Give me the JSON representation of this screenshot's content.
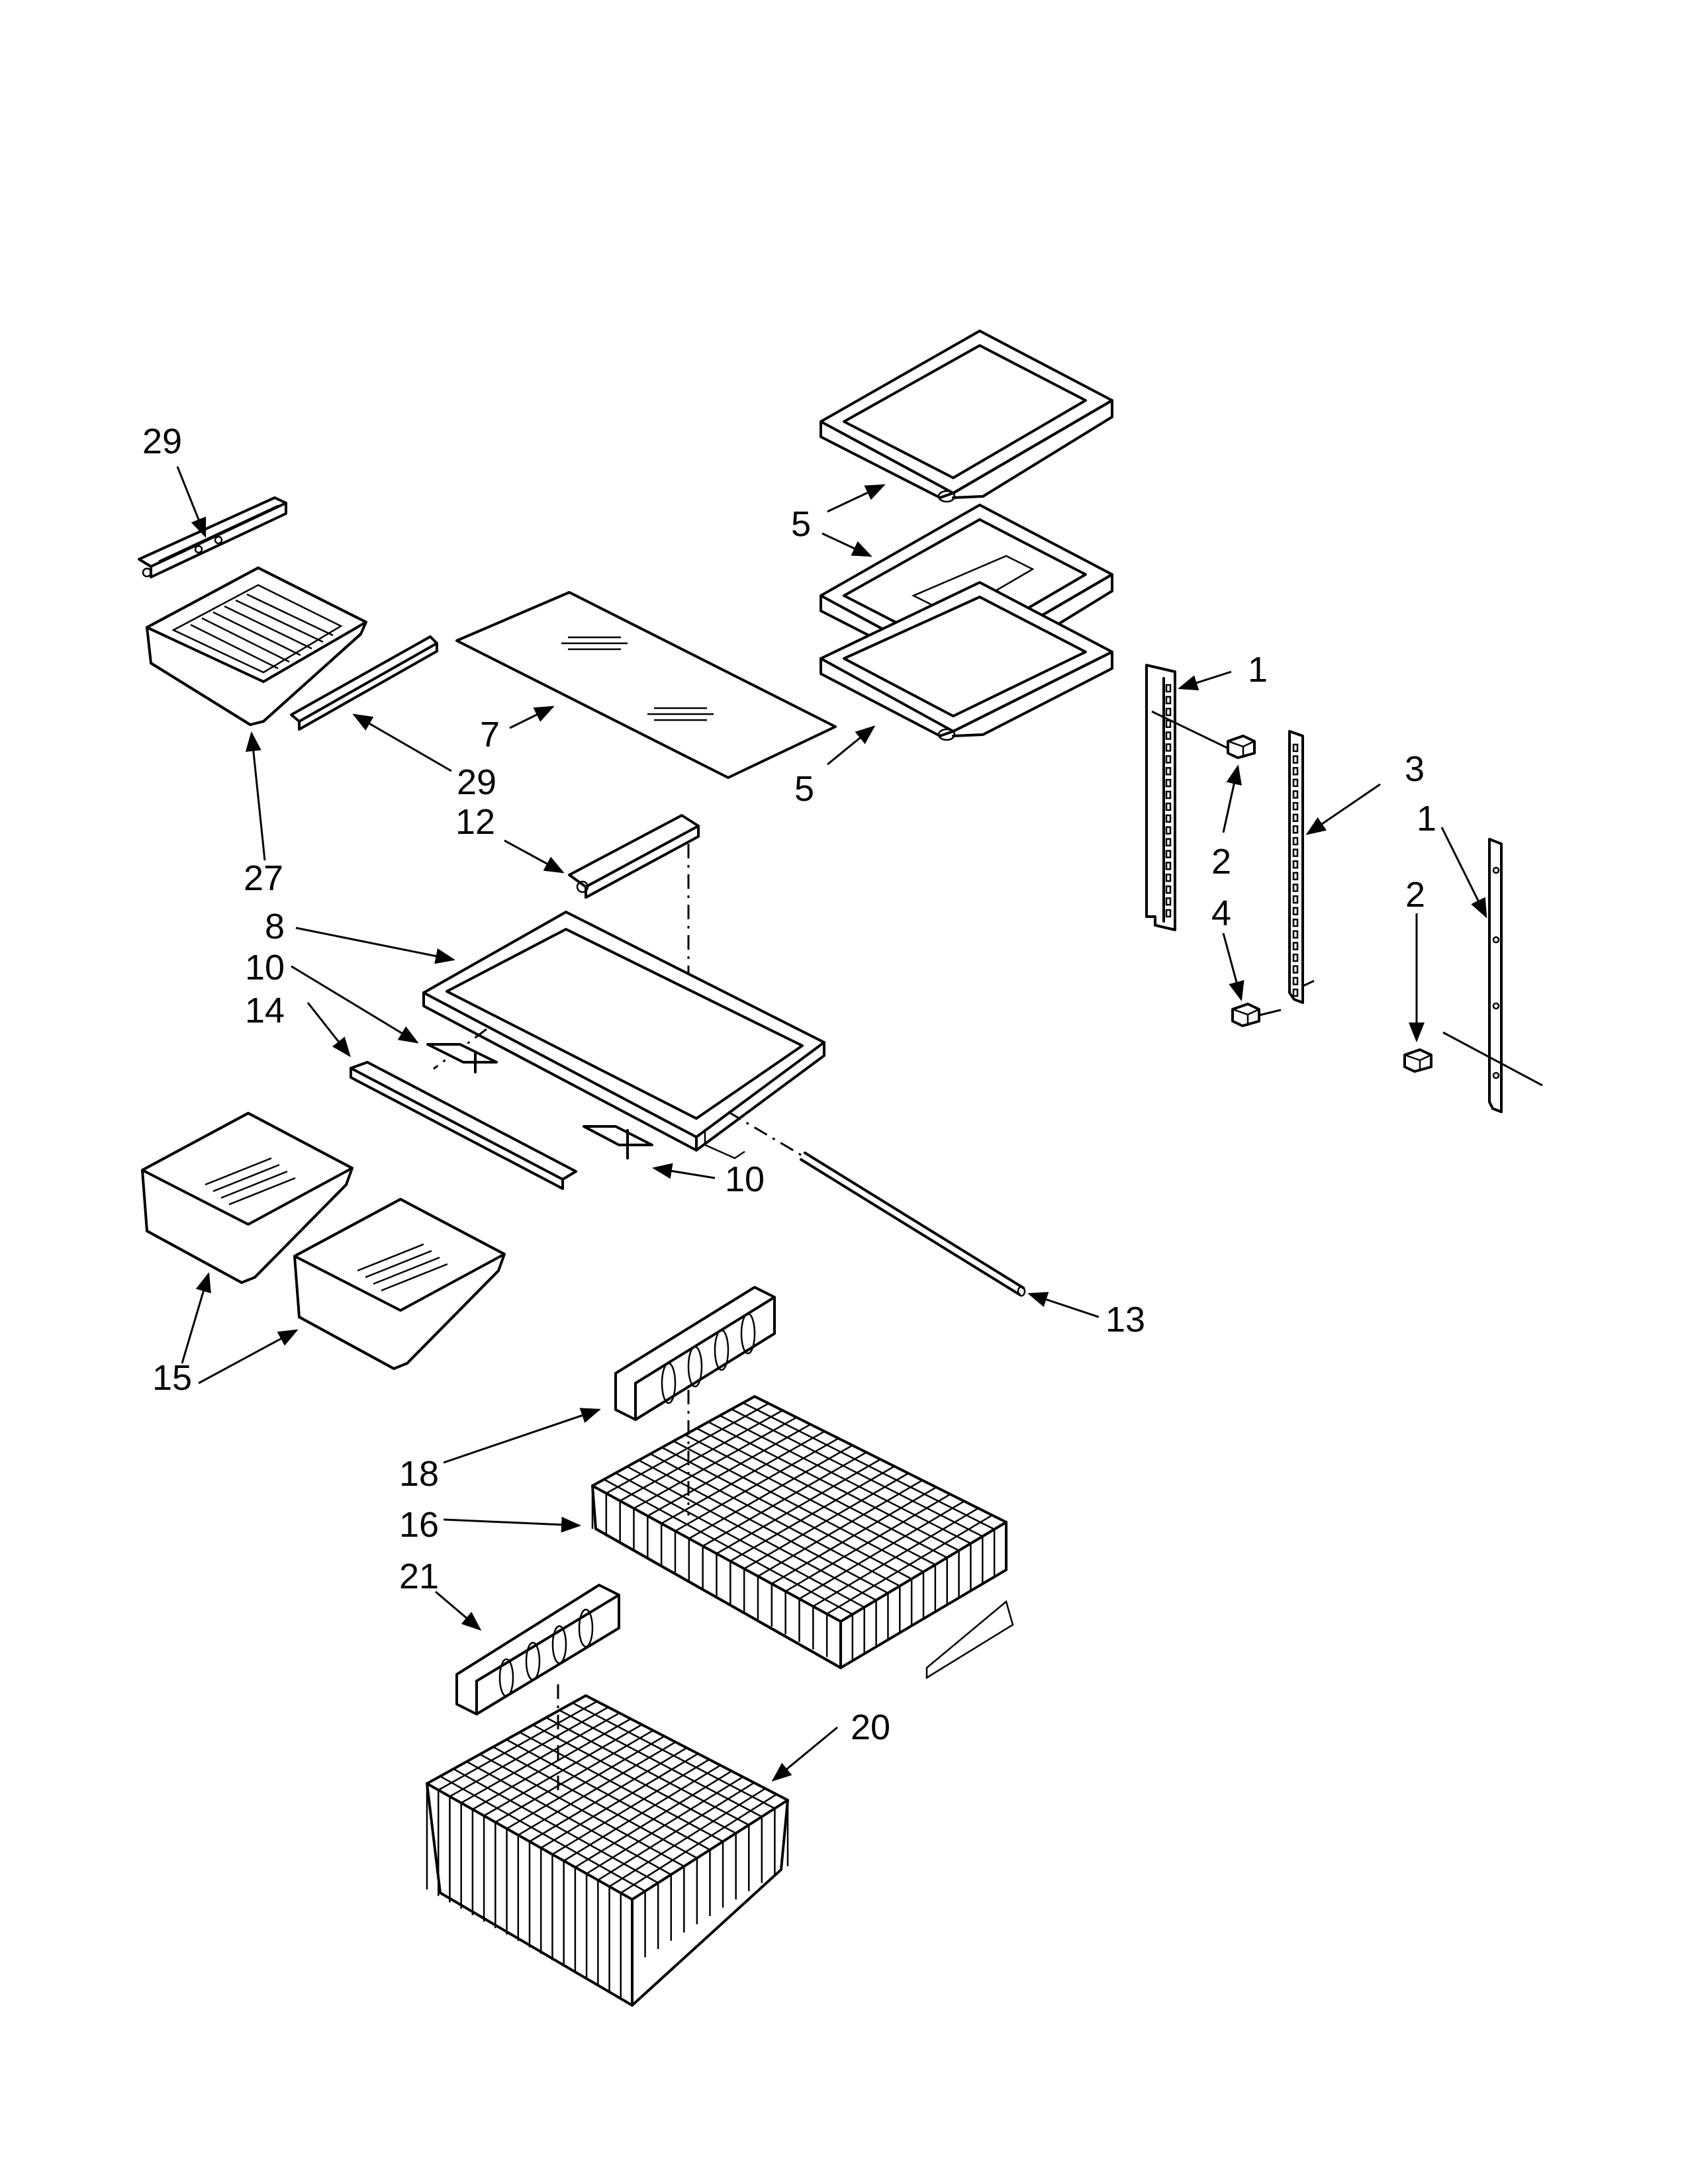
{
  "callouts": [
    {
      "id": "c29a",
      "text": "29"
    },
    {
      "id": "c29b",
      "text": "29"
    },
    {
      "id": "c27",
      "text": "27"
    },
    {
      "id": "c7",
      "text": "7"
    },
    {
      "id": "c12",
      "text": "12"
    },
    {
      "id": "c8",
      "text": "8"
    },
    {
      "id": "c10a",
      "text": "10"
    },
    {
      "id": "c14",
      "text": "14"
    },
    {
      "id": "c10b",
      "text": "10"
    },
    {
      "id": "c13",
      "text": "13"
    },
    {
      "id": "c15",
      "text": "15"
    },
    {
      "id": "c18",
      "text": "18"
    },
    {
      "id": "c16",
      "text": "16"
    },
    {
      "id": "c21",
      "text": "21"
    },
    {
      "id": "c20",
      "text": "20"
    },
    {
      "id": "c5a",
      "text": "5"
    },
    {
      "id": "c5b",
      "text": "5"
    },
    {
      "id": "c1a",
      "text": "1"
    },
    {
      "id": "c2a",
      "text": "2"
    },
    {
      "id": "c4",
      "text": "4"
    },
    {
      "id": "c3",
      "text": "3"
    },
    {
      "id": "c1b",
      "text": "1"
    },
    {
      "id": "c2b",
      "text": "2"
    }
  ]
}
